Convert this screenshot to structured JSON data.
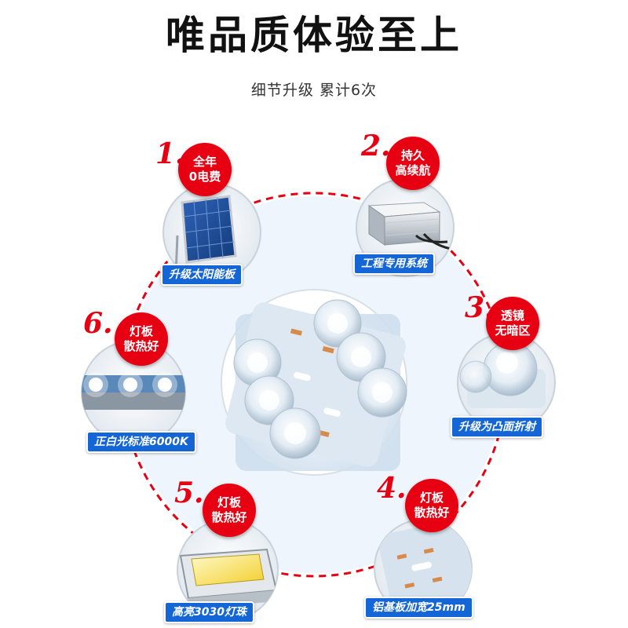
{
  "header": {
    "title": "唯品质体验至上",
    "subtitle": "细节升级 累计6次"
  },
  "colors": {
    "accent_red": "#e60012",
    "tag_blue": "#1465d6",
    "background_circle": "#eef5fc"
  },
  "features": [
    {
      "number": "1.",
      "badge": [
        "全年",
        "0电费"
      ],
      "tag": "升级太阳能板",
      "icon": "solar-panel-icon"
    },
    {
      "number": "2.",
      "badge": [
        "持久",
        "高续航"
      ],
      "tag": "工程专用系统",
      "icon": "controller-box-icon"
    },
    {
      "number": "3.",
      "badge": [
        "透镜",
        "无暗区"
      ],
      "tag": "升级为凸面折射",
      "icon": "lens-icon"
    },
    {
      "number": "4.",
      "badge": [
        "灯板",
        "散热好"
      ],
      "tag": "铝基板加宽25mm",
      "icon": "aluminum-board-icon"
    },
    {
      "number": "5.",
      "badge": [
        "灯板",
        "散热好"
      ],
      "tag": "高亮3030灯珠",
      "icon": "led-chip-icon"
    },
    {
      "number": "6.",
      "badge": [
        "灯板",
        "散热好"
      ],
      "tag": "正白光标准6000K",
      "icon": "light-strip-icon"
    }
  ]
}
